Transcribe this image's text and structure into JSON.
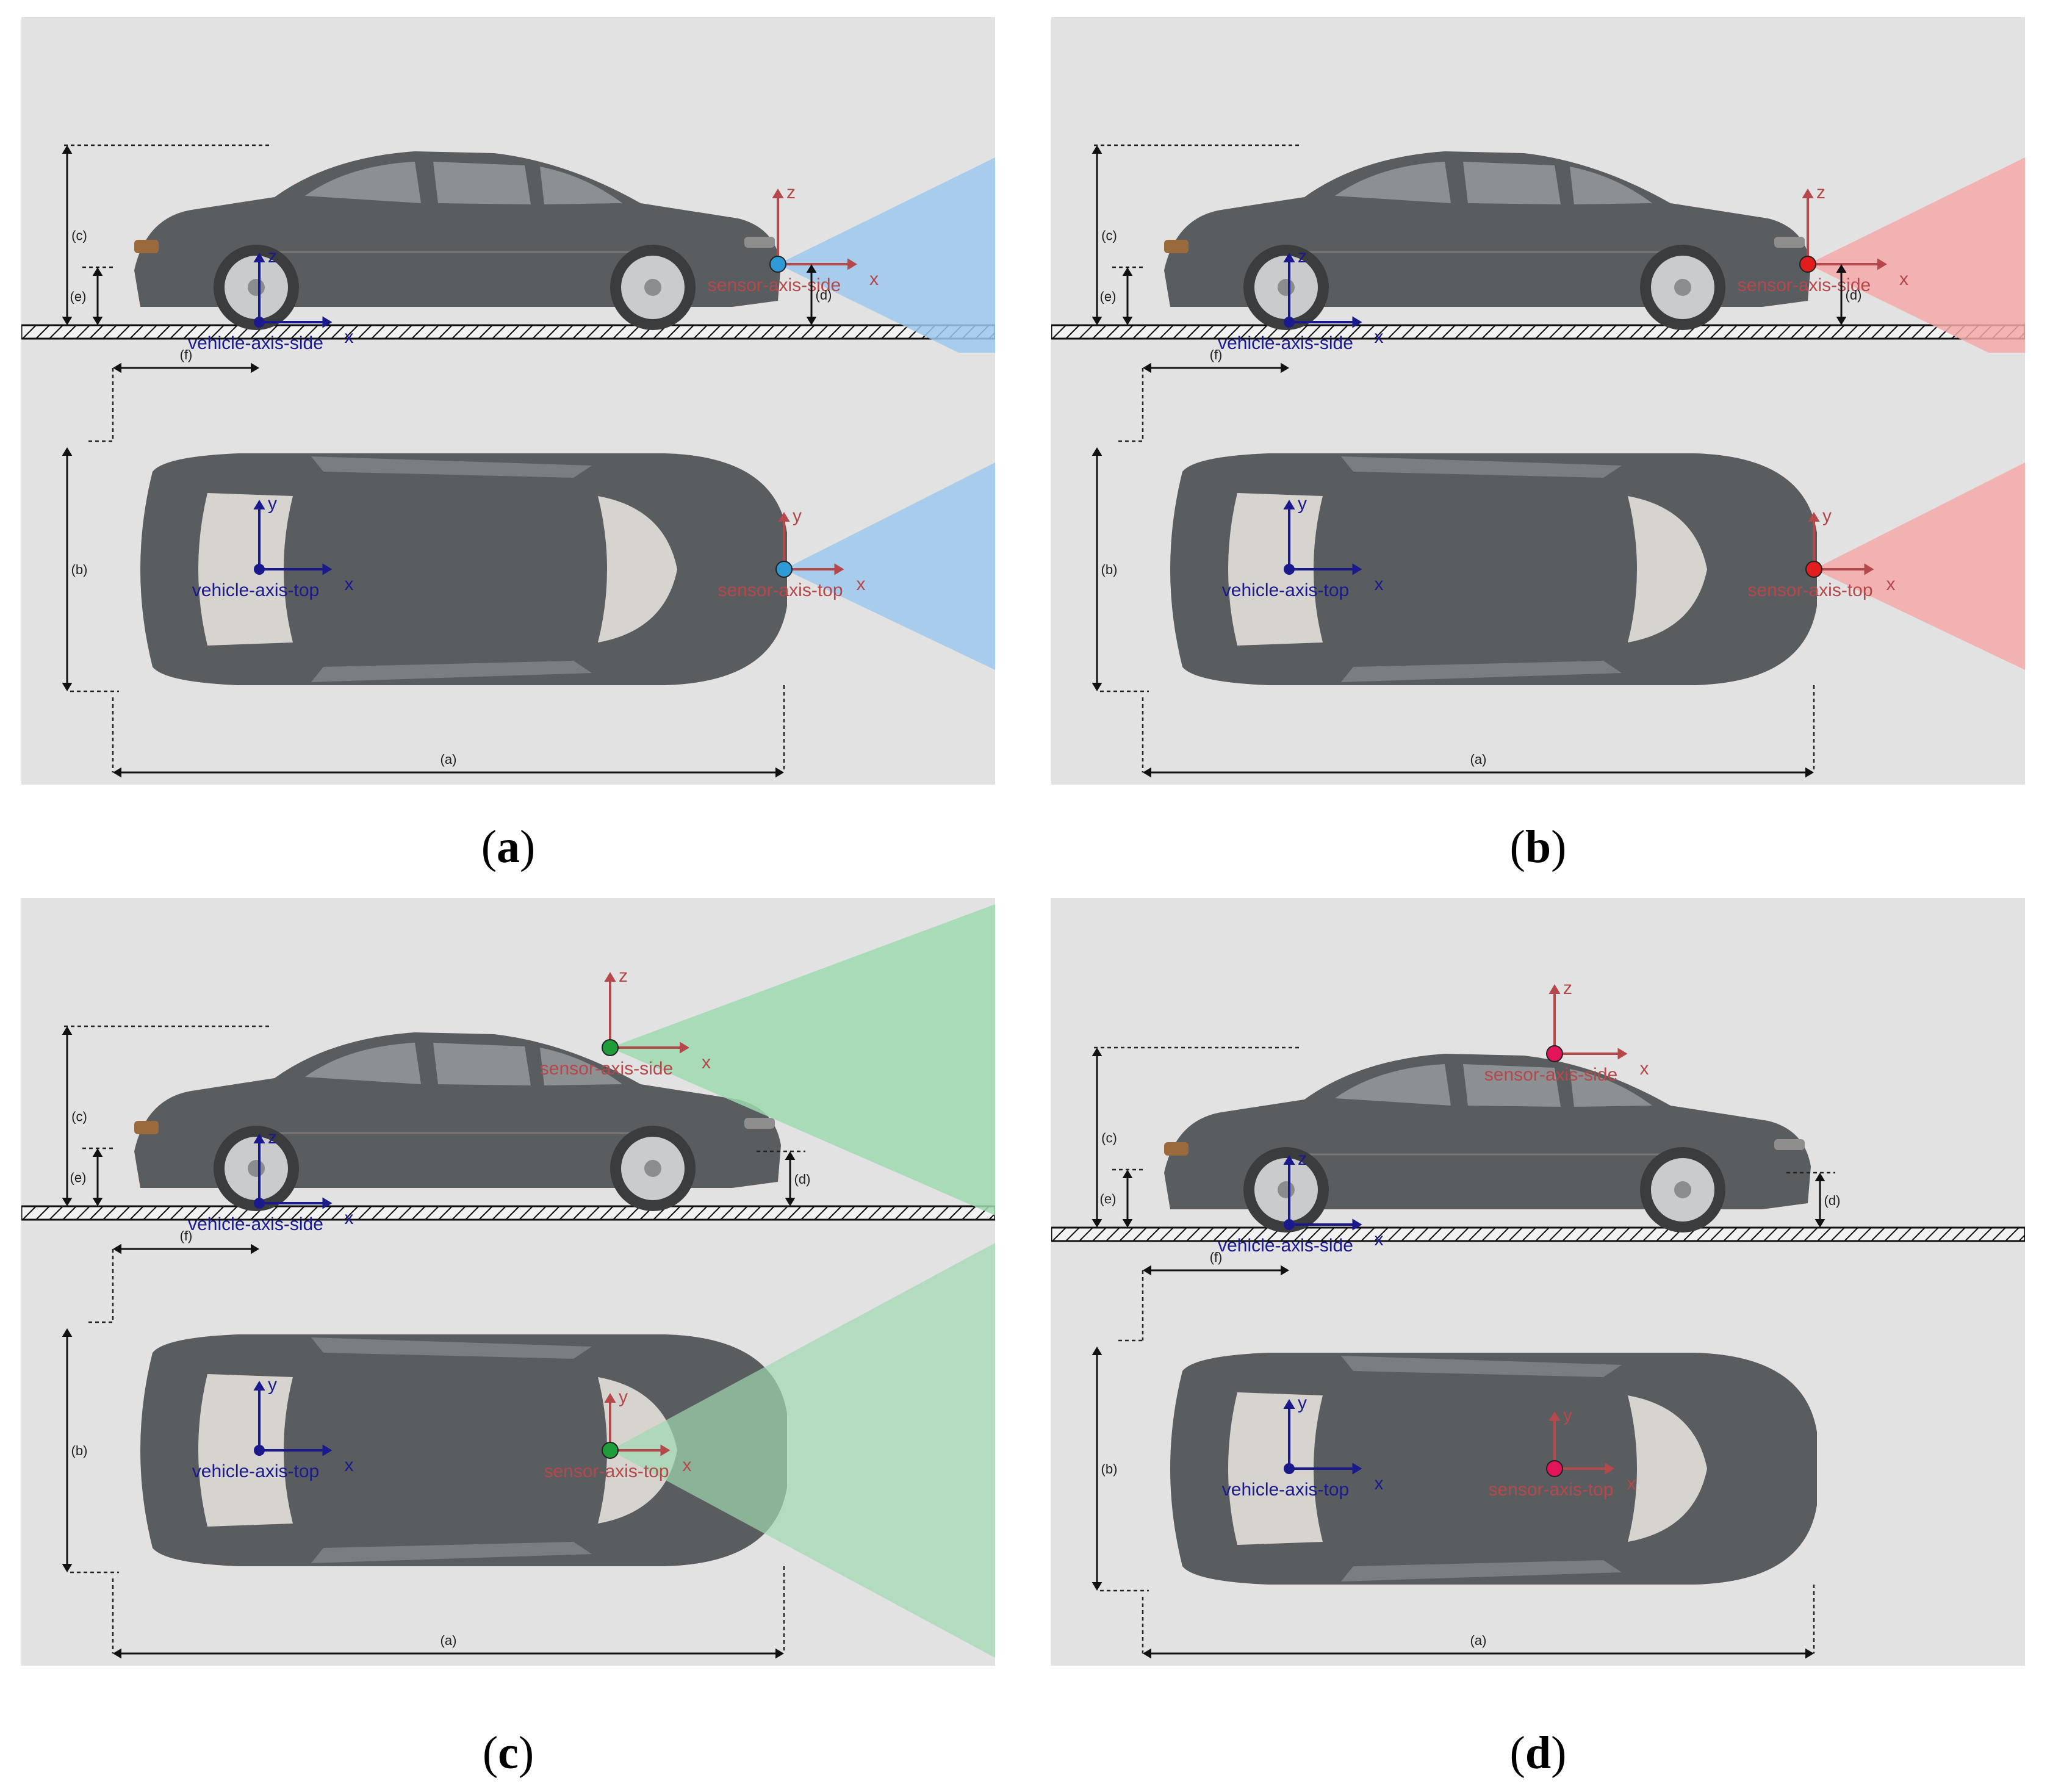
{
  "panels": [
    {
      "id": "a",
      "caption_open": "(",
      "caption_letter": "a",
      "caption_close": ")",
      "sensor": "front-bumper",
      "beam_color": "#9ec8ec",
      "sensor_color": "#2e9bd6",
      "dim_labels": {
        "a": "(a)",
        "b": "(b)",
        "c": "(c)",
        "d": "(d)",
        "e": "(e)",
        "f": "(f)"
      },
      "axes": {
        "x": "x",
        "y": "y",
        "z": "z"
      }
    },
    {
      "id": "b",
      "caption_open": "(",
      "caption_letter": "b",
      "caption_close": ")",
      "sensor": "front-bumper",
      "beam_color": "#f6a9a9",
      "sensor_color": "#e11d1d",
      "dim_labels": {
        "a": "(a)",
        "b": "(b)",
        "c": "(c)",
        "d": "(d)",
        "e": "(e)",
        "f": "(f)"
      },
      "axes": {
        "x": "x",
        "y": "y",
        "z": "z"
      }
    },
    {
      "id": "c",
      "caption_open": "(",
      "caption_letter": "c",
      "caption_close": ")",
      "sensor": "windshield",
      "beam_color": "#9ed9b0",
      "sensor_color": "#1f9d3a",
      "dim_labels": {
        "a": "(a)",
        "b": "(b)",
        "c": "(c)",
        "d": "(d)",
        "e": "(e)",
        "f": "(f)"
      },
      "axes": {
        "x": "x",
        "y": "y",
        "z": "z"
      }
    },
    {
      "id": "d",
      "caption_open": "(",
      "caption_letter": "d",
      "caption_close": ")",
      "sensor": "roof",
      "beam_color": "",
      "sensor_color": "#e4145a",
      "dim_labels": {
        "a": "(a)",
        "b": "(b)",
        "c": "(c)",
        "d": "(d)",
        "e": "(e)",
        "f": "(f)"
      },
      "axes": {
        "x": "x",
        "y": "y",
        "z": "z"
      }
    }
  ]
}
